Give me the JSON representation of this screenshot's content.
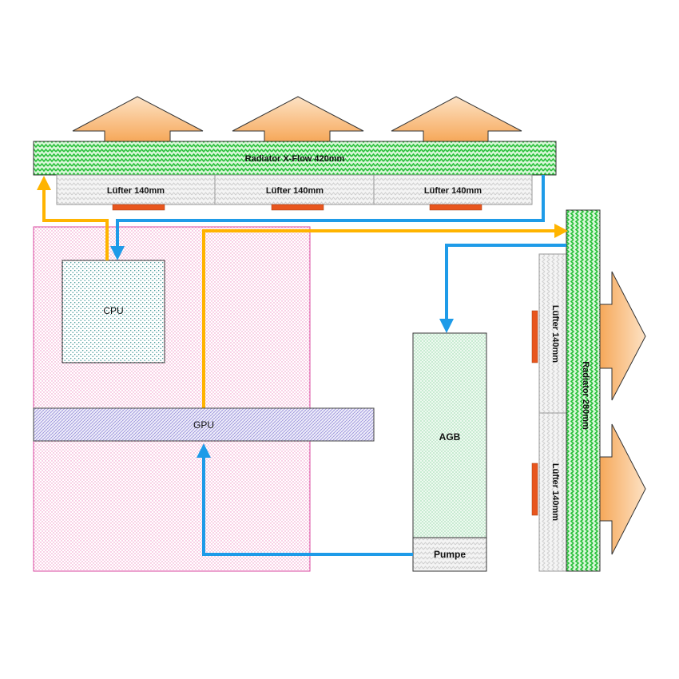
{
  "diagram": {
    "top_radiator": {
      "label": "Radiator X-Flow 420mm"
    },
    "top_fans": [
      {
        "label": "Lüfter 140mm"
      },
      {
        "label": "Lüfter 140mm"
      },
      {
        "label": "Lüfter 140mm"
      }
    ],
    "side_radiator": {
      "label": "Radiator 280mm"
    },
    "side_fans": [
      {
        "label": "Lüfter 140mm"
      },
      {
        "label": "Lüfter 140mm"
      }
    ],
    "cpu": {
      "label": "CPU"
    },
    "gpu": {
      "label": "GPU"
    },
    "reservoir": {
      "label": "AGB"
    },
    "pump": {
      "label": "Pumpe"
    }
  },
  "colors": {
    "warm_flow": "#FFB400",
    "cold_flow": "#1E9BE8",
    "radiator": "#2ECC40",
    "fan_motor": "#E8561E",
    "airflow_arrow": "#F8B06A",
    "motherboard": "#E0409A",
    "gpu_card": "#6A5ACD",
    "reservoir": "#3CB371"
  },
  "icons": {
    "airflow": "arrow-up-icon",
    "side_airflow": "arrow-right-icon"
  }
}
